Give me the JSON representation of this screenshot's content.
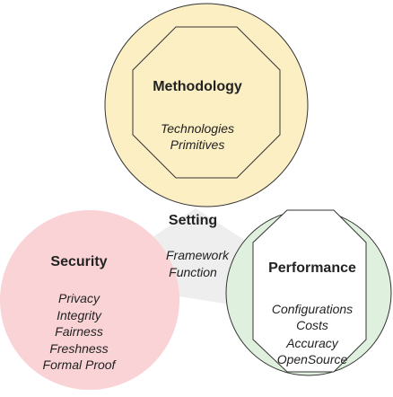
{
  "colors": {
    "methodology_fill": "#fcefc4",
    "security_fill": "#f9d3d6",
    "performance_fill": "#dff1de",
    "setting_fill": "#eeeeee",
    "outline": "#333333"
  },
  "methodology": {
    "title": "Methodology",
    "items": [
      "Technologies",
      "Primitives"
    ]
  },
  "setting": {
    "title": "Setting",
    "items": [
      "Framework",
      "Function"
    ]
  },
  "security": {
    "title": "Security",
    "items": [
      "Privacy",
      "Integrity",
      "Fairness",
      "Freshness",
      "Formal Proof"
    ]
  },
  "performance": {
    "title": "Performance",
    "items": [
      "Configurations",
      "Costs",
      "Accuracy",
      "OpenSource"
    ]
  }
}
